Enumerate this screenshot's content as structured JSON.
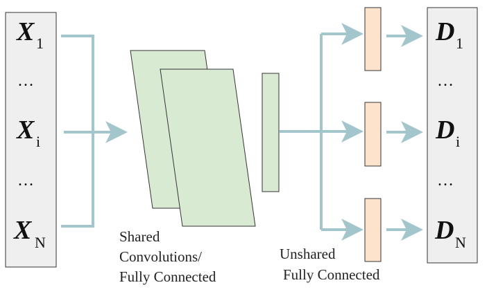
{
  "inputs": {
    "items": [
      {
        "symbol": "X",
        "subscript": "1"
      },
      {
        "ellipsis": "…"
      },
      {
        "symbol": "X",
        "subscript": "i"
      },
      {
        "ellipsis": "…"
      },
      {
        "symbol": "X",
        "subscript": "N"
      }
    ]
  },
  "outputs": {
    "items": [
      {
        "symbol": "D",
        "subscript": "1"
      },
      {
        "ellipsis": "…"
      },
      {
        "symbol": "D",
        "subscript": "i"
      },
      {
        "ellipsis": "…"
      },
      {
        "symbol": "D",
        "subscript": "N"
      }
    ]
  },
  "labels": {
    "shared": [
      "Shared",
      "Convolutions/",
      "Fully Connected"
    ],
    "unshared": [
      "Unshared",
      "Fully Connected"
    ]
  },
  "colors": {
    "arrow": "#a3c6cc",
    "shared_layer_fill": "#d9ead3",
    "shared_bar_fill": "#d9ead3",
    "unshared_fill": "#fde3cc",
    "panel_fill": "#efefef",
    "outline": "#333333"
  }
}
